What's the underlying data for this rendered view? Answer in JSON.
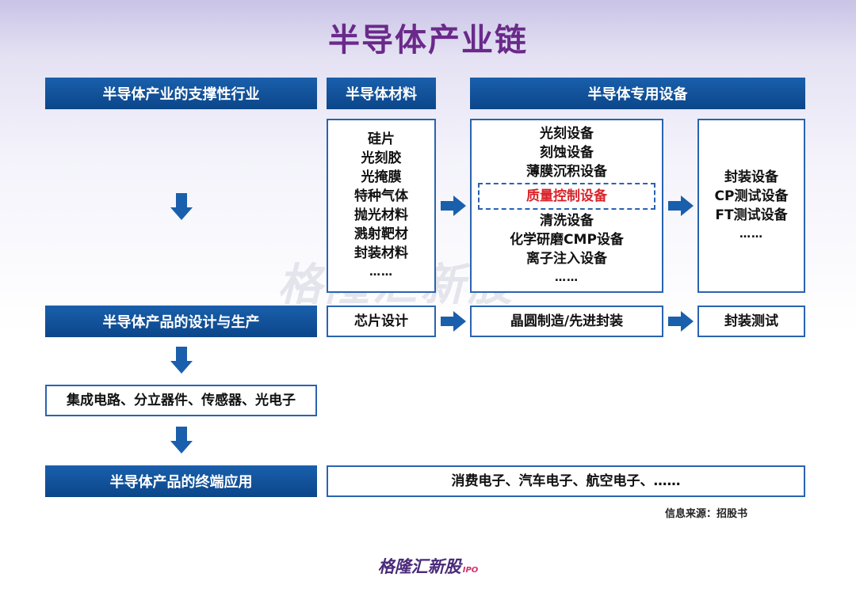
{
  "title": "半导体产业链",
  "headers": {
    "support": "半导体产业的支撑性行业",
    "materials": "半导体材料",
    "equipment": "半导体专用设备",
    "design": "半导体产品的设计与生产",
    "terminal": "半导体产品的终端应用"
  },
  "materials": [
    "硅片",
    "光刻胶",
    "光掩膜",
    "特种气体",
    "抛光材料",
    "溅射靶材",
    "封装材料",
    "……"
  ],
  "equipment_main": {
    "before": [
      "光刻设备",
      "刻蚀设备",
      "薄膜沉积设备"
    ],
    "highlight": "质量控制设备",
    "after": [
      "清洗设备",
      "化学研磨CMP设备",
      "离子注入设备",
      "……"
    ]
  },
  "equipment_pack": [
    "封装设备",
    "CP测试设备",
    "FT测试设备",
    "……"
  ],
  "production": {
    "chip_design": "芯片设计",
    "wafer": "晶圆制造/先进封装",
    "pack_test": "封装测试"
  },
  "products": "集成电路、分立器件、传感器、光电子",
  "applications": "消费电子、汽车电子、航空电子、……",
  "source": "信息来源：招股书",
  "watermark": "格隆汇新股",
  "logo": {
    "text": "格隆汇新股",
    "suffix": "IPO"
  },
  "colors": {
    "header_blue": "#0e4f98",
    "border_blue": "#2a63b0",
    "title_purple": "#6a2a8a",
    "highlight_red": "#d9232a"
  }
}
